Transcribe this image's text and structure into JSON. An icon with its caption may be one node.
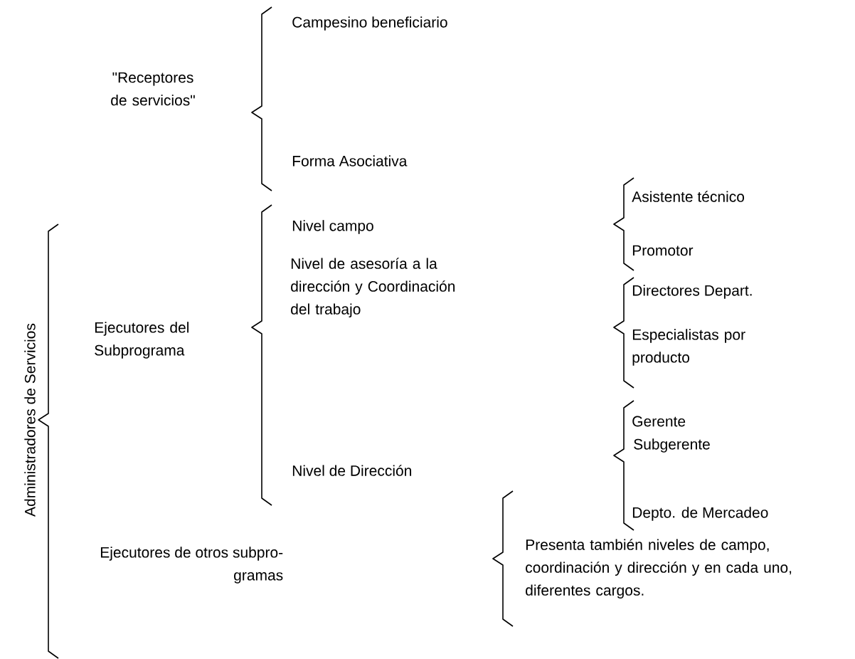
{
  "diagram": {
    "labels": [
      "Campesino beneficiario",
      "\"Receptores de servicios\"",
      "Forma Asociativa",
      "Asistente técnico",
      "Nivel campo",
      "Promotor",
      "Nivel de asesoría a la dirección y Coordinación del trabajo",
      "Directores Depart.",
      "Ejecutores del Subprograma",
      "Especialistas por producto",
      "Administradores de Servicios",
      "Gerente",
      "Subgerente",
      "Nivel de Dirección",
      "Depto. de Mercadeo",
      "Presenta también niveles de campo, coordinación y dirección y en cada uno, diferentes cargos.",
      "Ejecutores de otros subpro- gramas"
    ]
  }
}
